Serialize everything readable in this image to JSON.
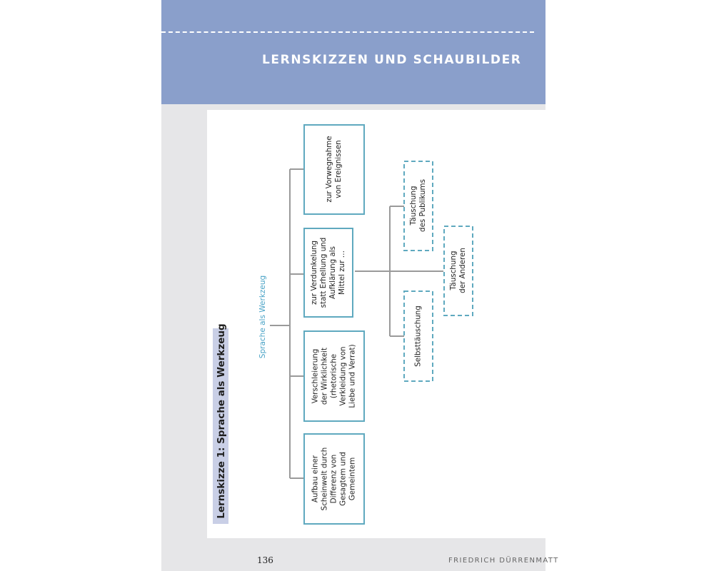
{
  "header": {
    "section_title": "LERNSKIZZEN UND SCHAUBILDER"
  },
  "sketch": {
    "title": "Lernskizze 1: Sprache als Werkzeug",
    "root_label": "Sprache als Werkzeug",
    "branches": [
      {
        "lines": [
          "zur Vorwegnahme",
          "von Ereignissen"
        ]
      },
      {
        "lines": [
          "zur Verdunkelung",
          "statt Erhellung und",
          "Aufklärung als",
          "Mittel zur …"
        ]
      },
      {
        "lines": [
          "Verschleierung",
          "der Wirklichkeit",
          "(rhetorische",
          "Verkleidung von",
          "Liebe und Verrat)"
        ]
      },
      {
        "lines": [
          "Aufbau einer",
          "Scheinwelt durch",
          "Differenz von",
          "Gesagtem und",
          "Gemeintem"
        ]
      }
    ],
    "sub_nodes": [
      {
        "lines": [
          "Täuschung",
          "des Publikums"
        ]
      },
      {
        "lines": [
          "Täuschung",
          "der Anderen"
        ]
      },
      {
        "lines": [
          "Selbsttäuschung"
        ]
      }
    ]
  },
  "footer": {
    "page_number": "136",
    "author": "FRIEDRICH DÜRRENMATT"
  },
  "colors": {
    "header_bg": "#8a9fcb",
    "box_border": "#5fa9bf",
    "root_label": "#4aa3c6",
    "title_bar": "#c9cfe6",
    "connector": "#9a9a9a"
  }
}
